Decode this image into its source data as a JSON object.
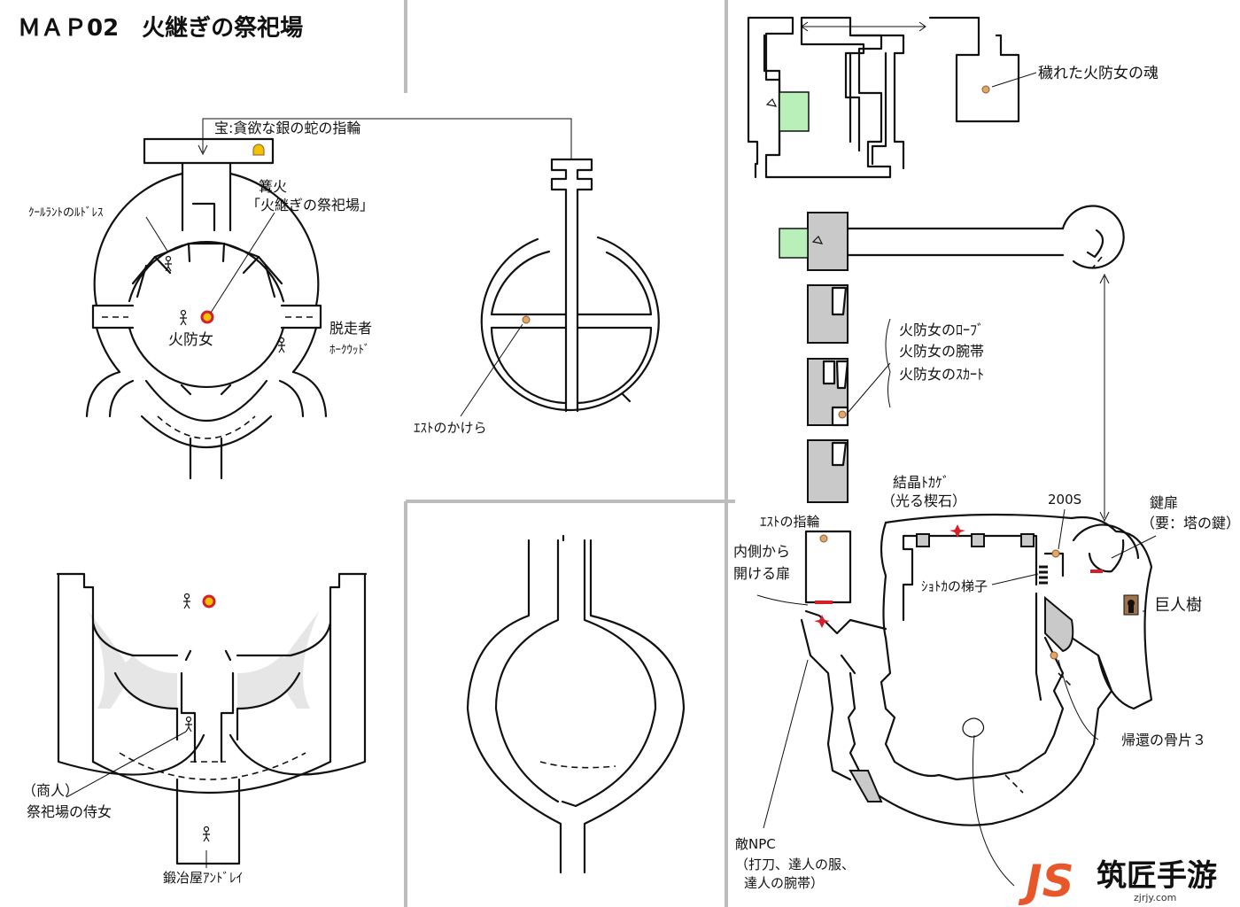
{
  "map": {
    "title": "ＭＡＰ02　火継ぎの祭祀場",
    "colors": {
      "item": "#e0a66a",
      "bonfire": "#f2c200",
      "door": "#d4202a",
      "green_area": "#b9f0b9",
      "gray_area": "#c9c9c9",
      "divider": "#bdbdbd"
    },
    "left_upper": {
      "treasure": "宝:貪欲な銀の蛇の指輪",
      "bonfire_label_1": "篝火",
      "bonfire_label_2": "「火継ぎの祭祀場」",
      "npc_kurerant": "ｸｰﾙﾗﾝﾄのﾙﾄﾞﾚｽ",
      "npc_firekeeper": "火防女",
      "npc_escapee_1": "脱走者",
      "npc_escapee_2": "ﾎｰｸｳｯﾄﾞ"
    },
    "middle_upper": {
      "item_estus": "ｴｽﾄのかけら"
    },
    "left_lower": {
      "npc_merchant_1": "（商人）",
      "npc_merchant_2": "祭祀場の侍女",
      "npc_blacksmith": "鍛冶屋ｱﾝﾄﾞﾚｲ"
    },
    "right": {
      "soul": "穢れた火防女の魂",
      "robe_1": "火防女のﾛｰﾌﾞ",
      "robe_2": "火防女の腕帯",
      "robe_3": "火防女のｽｶｰﾄ",
      "crystal_1": "結晶ﾄｶｹﾞ",
      "crystal_2": "（光る楔石）",
      "souls_200": "200S",
      "key_door_1": "鍵扉",
      "key_door_2": "（要：塔の鍵）",
      "estus_ring": "ｴｽﾄの指輪",
      "inner_door_1": "内側から",
      "inner_door_2": "開ける扉",
      "ladder": "ｼｮﾄｶの梯子",
      "giant_tree": "巨人樹",
      "homeward": "帰還の骨片３",
      "enemy_1": "敵NPC",
      "enemy_2": "（打刀、達人の服、",
      "enemy_3": "達人の腕帯）"
    },
    "watermark": {
      "logo": "JS",
      "name": "筑匠手游",
      "url": "zjrjy.com"
    }
  }
}
